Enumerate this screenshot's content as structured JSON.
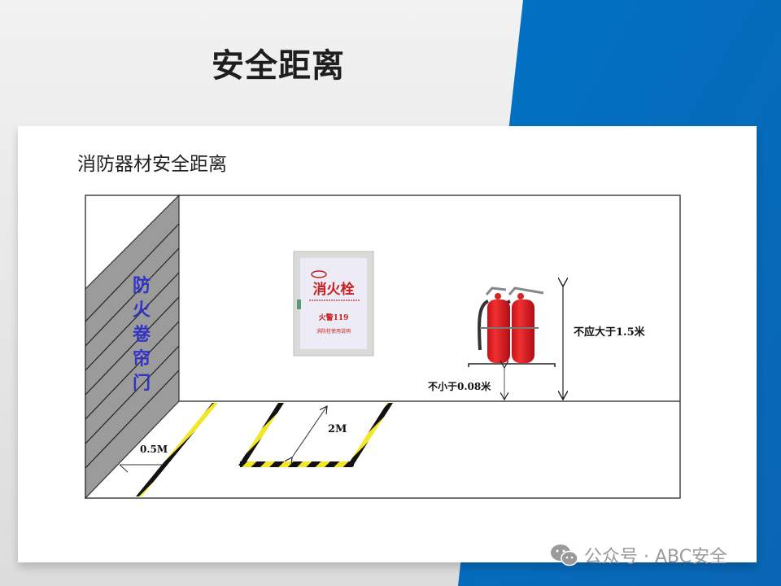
{
  "slide": {
    "title": "安全距离",
    "subtitle": "消防器材安全距离",
    "accent_color": "#0070c0",
    "background_color": "#efefef"
  },
  "diagram": {
    "wall_label_chars": [
      "防",
      "火",
      "卷",
      "帘",
      "门"
    ],
    "wall_label_color": "#3333cc",
    "hydrant_box": {
      "title": "消火栓",
      "alarm": "火警119",
      "small_text": "消防栓使用说明"
    },
    "labels": {
      "door_clearance": "0.5M",
      "hydrant_clearance": "2M",
      "extinguisher_min_height": "不小于0.08米",
      "extinguisher_max_height": "不应大于1.5米"
    }
  },
  "watermark": {
    "icon": "wechat-icon",
    "text": "公众号 · ABC安全"
  }
}
